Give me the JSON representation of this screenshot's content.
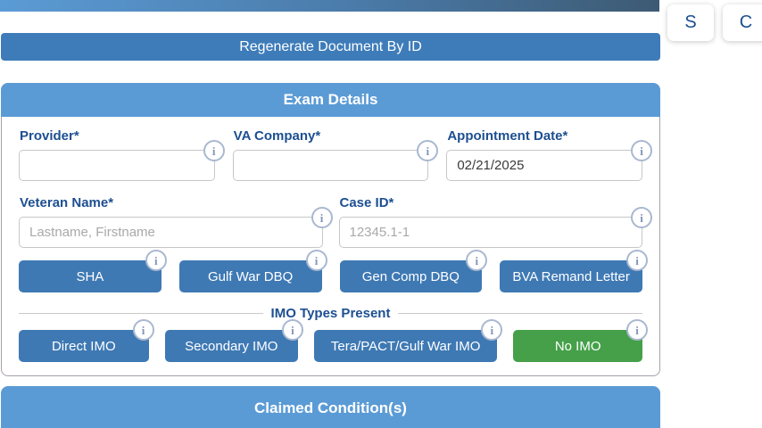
{
  "floating_buttons": {
    "s_label": "S",
    "c_label": "C"
  },
  "regenerate_button_label": "Regenerate Document By ID",
  "exam_details": {
    "title": "Exam Details",
    "info_icon_glyph": "i",
    "fields": {
      "provider": {
        "label": "Provider*",
        "value": "",
        "placeholder": ""
      },
      "va_company": {
        "label": "VA Company*",
        "value": "",
        "placeholder": ""
      },
      "appointment_date": {
        "label": "Appointment Date*",
        "value": "02/21/2025",
        "placeholder": ""
      },
      "veteran_name": {
        "label": "Veteran Name*",
        "value": "",
        "placeholder": "Lastname, Firstname"
      },
      "case_id": {
        "label": "Case ID*",
        "value": "",
        "placeholder": "12345.1-1"
      }
    },
    "document_buttons": [
      {
        "label": "SHA"
      },
      {
        "label": "Gulf War DBQ"
      },
      {
        "label": "Gen Comp DBQ"
      },
      {
        "label": "BVA Remand Letter"
      }
    ],
    "imo_divider_label": "IMO Types Present",
    "imo_buttons": [
      {
        "label": "Direct IMO"
      },
      {
        "label": "Secondary IMO"
      },
      {
        "label": "Tera/PACT/Gulf War IMO"
      },
      {
        "label": "No IMO"
      }
    ]
  },
  "claimed_conditions": {
    "title": "Claimed Condition(s)"
  },
  "colors": {
    "top_bar_gradient_start": "#5b9bd5",
    "top_bar_gradient_end": "#3d5a73",
    "section_header_blue": "#5b9bd5",
    "action_button_blue": "#3e79b4",
    "regenerate_button_blue": "#3e7cb9",
    "label_blue": "#1d4f91",
    "success_green": "#45a049",
    "floating_letter_blue": "#1a4f8f"
  }
}
